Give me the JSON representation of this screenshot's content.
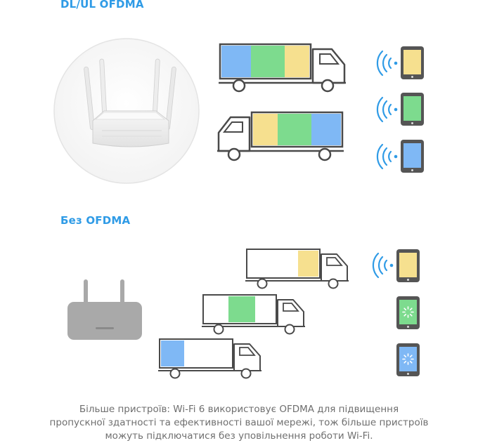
{
  "sections": {
    "ofdma_title": "DL/UL OFDMA",
    "no_ofdma_title": "Без OFDMA"
  },
  "caption": {
    "line1": "Більше пристроїв: Wi-Fi 6 використовує OFDMA для підвищення",
    "line2": "пропускної здатності та ефективності вашої мережі, тож більше пристроїв",
    "line3": "можуть підключатися без уповільнення роботи Wi-Fi."
  },
  "colors": {
    "blue": "#7fb8f5",
    "green": "#7ddb8e",
    "yellow": "#f6e08f",
    "accent": "#2f9be6",
    "outline": "#4a4a4a",
    "router_grey": "#a9a9a9"
  },
  "icons": {
    "router_white": "wifi-router-icon",
    "router_grey": "router-icon",
    "truck": "delivery-truck-icon",
    "tablet": "tablet-icon",
    "wifi": "wifi-signal-icon",
    "loading": "loading-spinner-icon"
  }
}
